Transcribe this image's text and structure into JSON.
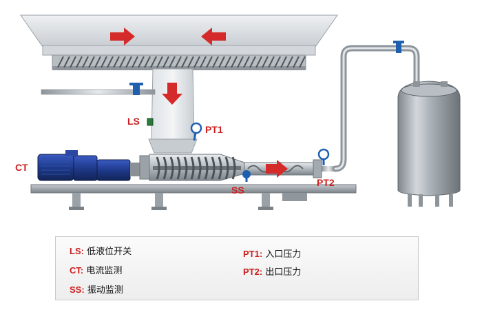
{
  "diagram": {
    "labels": {
      "ls": "LS",
      "pt1": "PT1",
      "ct": "CT",
      "ss": "SS",
      "pt2": "PT2"
    }
  },
  "legend": {
    "items": [
      {
        "key": "LS:",
        "text": "低液位开关"
      },
      {
        "key": "CT:",
        "text": "电流监测"
      },
      {
        "key": "SS:",
        "text": "振动监测"
      },
      {
        "key": "PT1:",
        "text": "入口压力"
      },
      {
        "key": "PT2:",
        "text": "出口压力"
      }
    ]
  },
  "colors": {
    "arrow": "#d42a2a",
    "label": "#cc1f1f",
    "motor": "#1e3a8a",
    "valve": "#1f5fb0",
    "hopper": "#d9dde2",
    "tank": "#9aa0a6"
  }
}
